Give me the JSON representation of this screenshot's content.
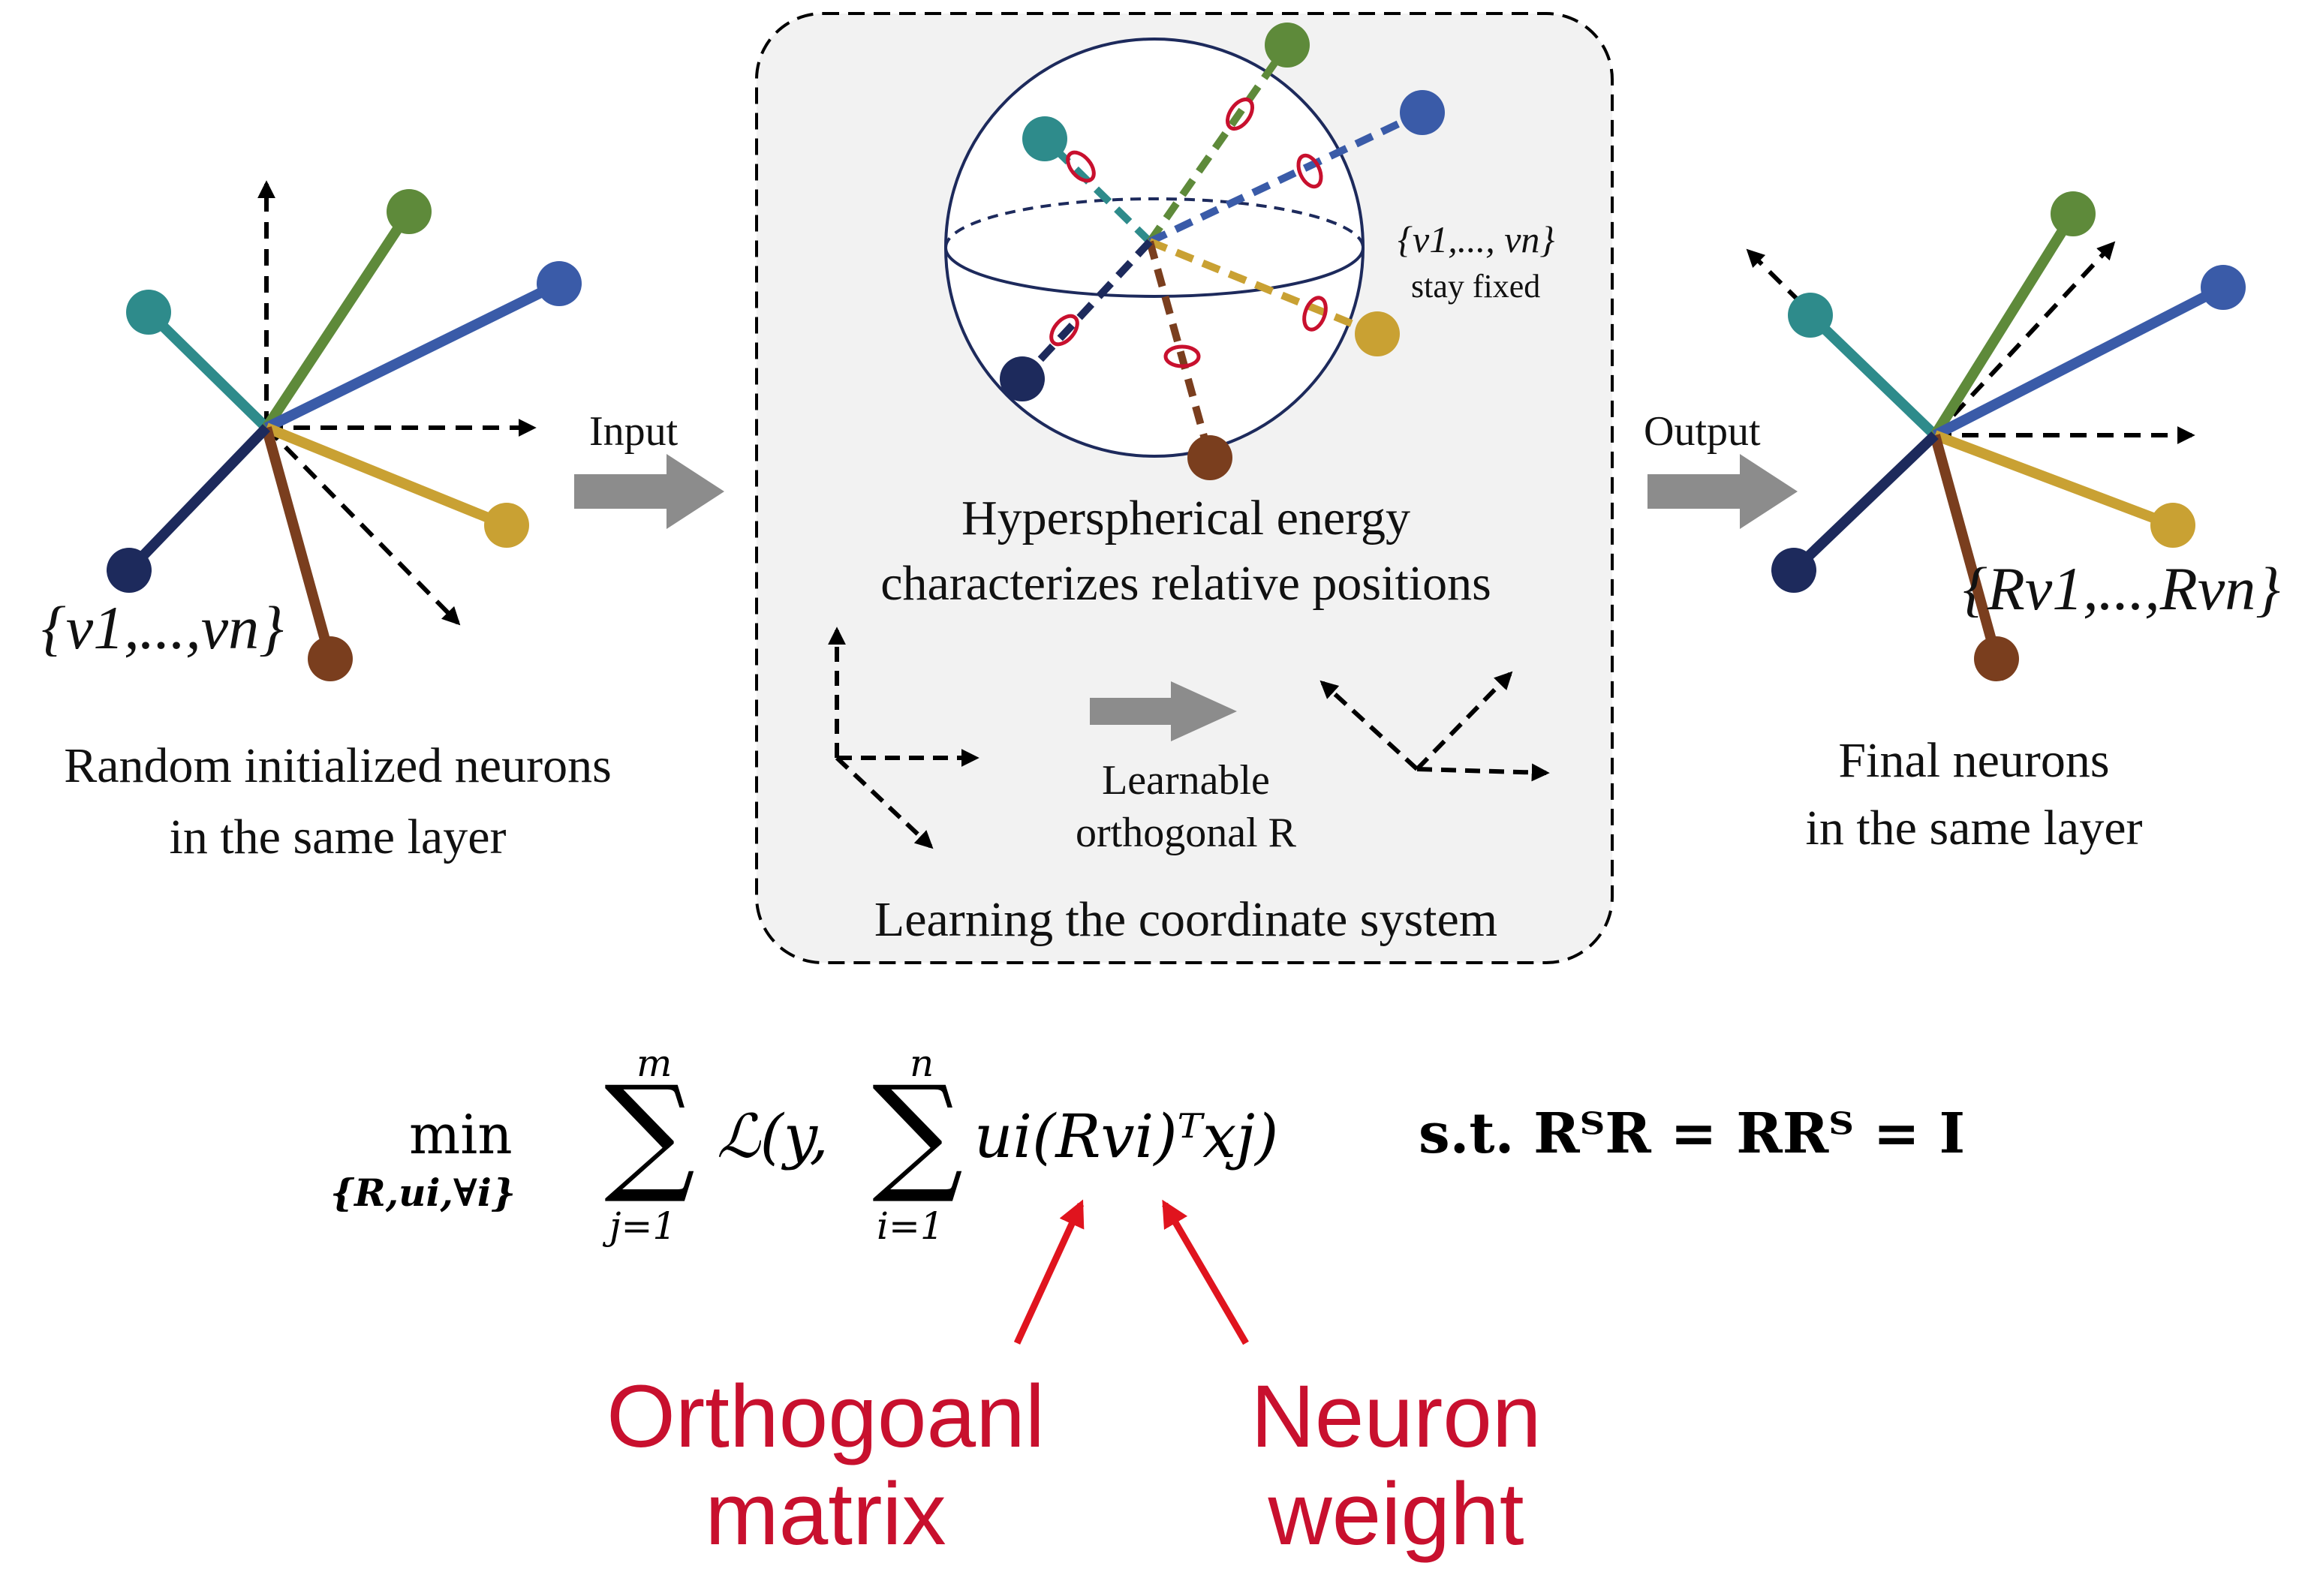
{
  "left_panel": {
    "set_label": "{v1,...,vn}",
    "caption_line1": "Random initialized neurons",
    "caption_line2": "in the same layer"
  },
  "arrows": {
    "input_label": "Input",
    "output_label": "Output"
  },
  "center_panel": {
    "fixed_set_label": "{v1,..., vn}",
    "fixed_note": "stay fixed",
    "energy_line1": "Hyperspherical energy",
    "energy_line2": "characterizes relative positions",
    "learnable_line1": "Learnable",
    "learnable_line2": "orthogonal R",
    "bottom_caption": "Learning the coordinate system"
  },
  "right_panel": {
    "set_label": "{Rv1,...,Rvn}",
    "caption_line1": "Final neurons",
    "caption_line2": "in the same layer"
  },
  "equation": {
    "min_word": "min",
    "min_sub": "{R,ui,∀i}",
    "sum1_top": "m",
    "sum1_bottom": "j=1",
    "loss_open": "ℒ(y,",
    "sum2_top": "n",
    "sum2_bottom": "i=1",
    "term": "ui(Rvi)ᵀxj)",
    "constraint": "s.t. RᵀR = RRᵀ = I"
  },
  "annotations": {
    "orthogonal_line1": "Orthogoanl",
    "orthogonal_line2": "matrix",
    "neuron_line1": "Neuron",
    "neuron_line2": "weight"
  },
  "colors": {
    "teal": "#2e8b8b",
    "green": "#5e8a3a",
    "blue": "#3a5ba8",
    "gold": "#c9a133",
    "brown": "#7a3e1e",
    "navy": "#1d2a5c",
    "gray_arrow": "#8c8c8c",
    "red_arrow": "#e0141e",
    "annotation_red": "#c8102e"
  }
}
